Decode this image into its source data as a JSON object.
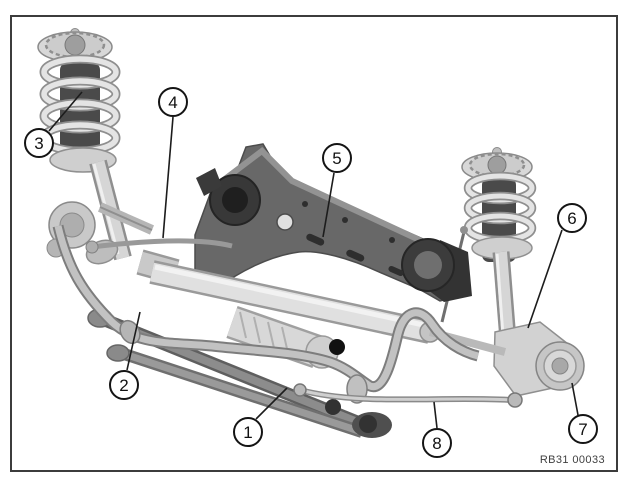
{
  "figure": {
    "code": "RB31 00033"
  },
  "callouts": [
    {
      "label": "1"
    },
    {
      "label": "2"
    },
    {
      "label": "3"
    },
    {
      "label": "4"
    },
    {
      "label": "5"
    },
    {
      "label": "6"
    },
    {
      "label": "7"
    },
    {
      "label": "8"
    }
  ],
  "colors": {
    "frame_border": "#3c3c3c",
    "subframe_dark": "#686868",
    "bracket_dark": "#3a3a3a",
    "steel_light": "#dcdcdc",
    "callout_stroke": "#141414",
    "background": "#ffffff"
  }
}
